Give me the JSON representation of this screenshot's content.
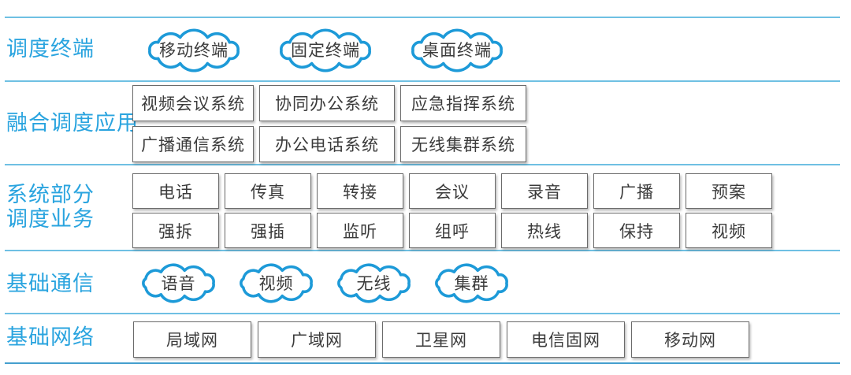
{
  "colors": {
    "accent_blue": "#2aa4df",
    "cloud_stroke": "#1d9ad8",
    "line_blue": "#6fc0e3",
    "line_strong": "#459fce",
    "box_border": "#6b6b6b",
    "text_dark": "#3b3b3b"
  },
  "bands": [
    {
      "id": "dispatch-terminals",
      "label": "调度终端",
      "clouds": [
        "移动终端",
        "固定终端",
        "桌面终端"
      ]
    },
    {
      "id": "converged-dispatch-apps",
      "label": "融合调度应用",
      "boxes": [
        [
          "视频会议系统",
          "协同办公系统",
          "应急指挥系统"
        ],
        [
          "广播通信系统",
          "办公电话系统",
          "无线集群系统"
        ]
      ]
    },
    {
      "id": "system-dispatch-services",
      "label_lines": [
        "系统部分",
        "调度业务"
      ],
      "boxes": [
        [
          "电话",
          "传真",
          "转接",
          "会议",
          "录音",
          "广播",
          "预案"
        ],
        [
          "强拆",
          "强插",
          "监听",
          "组呼",
          "热线",
          "保持",
          "视频"
        ]
      ]
    },
    {
      "id": "basic-communication",
      "label": "基础通信",
      "clouds": [
        "语音",
        "视频",
        "无线",
        "集群"
      ]
    },
    {
      "id": "basic-network",
      "label": "基础网络",
      "boxes": [
        [
          "局域网",
          "广域网",
          "卫星网",
          "电信固网",
          "移动网"
        ]
      ]
    }
  ]
}
